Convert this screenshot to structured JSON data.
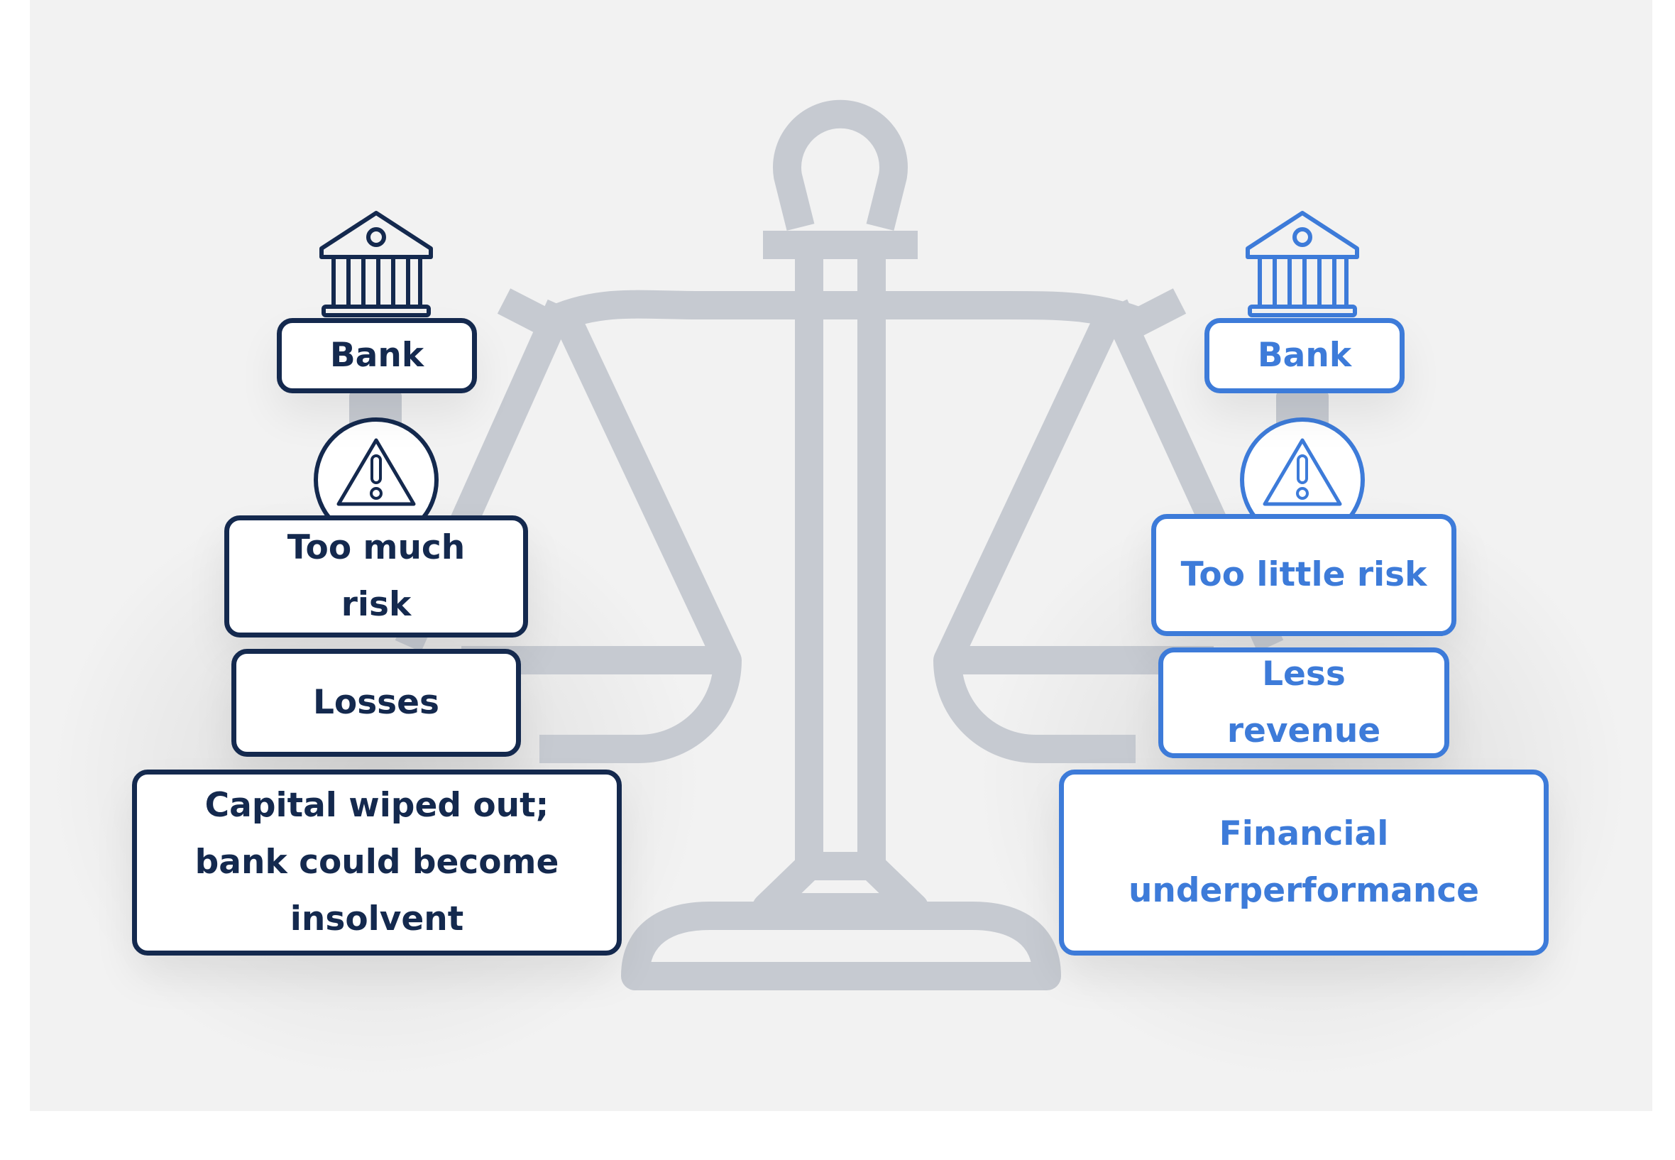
{
  "colors": {
    "background": "#f2f2f2",
    "scale": "#c6cad1",
    "left_accent": "#14294e",
    "right_accent": "#3d7bd9"
  },
  "left": {
    "icons": [
      "bank-icon",
      "warning-icon"
    ],
    "bank_label": "Bank",
    "cause": "Too much risk",
    "effect": "Losses",
    "outcome": "Capital wiped out; bank could become insolvent"
  },
  "right": {
    "icons": [
      "bank-icon",
      "warning-icon"
    ],
    "bank_label": "Bank",
    "cause": "Too little risk",
    "effect": "Less revenue",
    "outcome": "Financial underperformance"
  }
}
